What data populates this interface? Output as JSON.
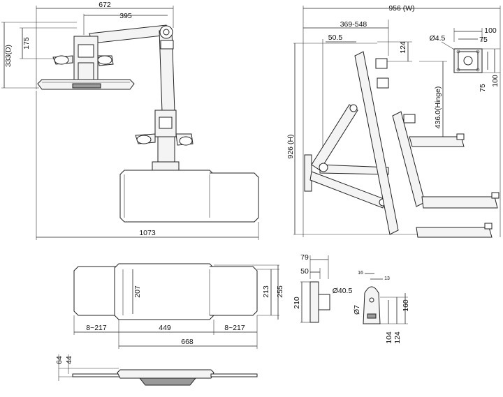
{
  "dimensions": {
    "top_width": "672",
    "arm_reach": "395",
    "upper_offset": "175",
    "depth": "333(D)",
    "total_width": "1073",
    "side_width": "956 (W)",
    "side_reach": "369-548",
    "side_offset": "50.5",
    "side_drop": "124",
    "height": "926 (H)",
    "hinge": "436.0(Hinge)",
    "vesa_hole": "Ø4.5",
    "vesa_outer_w": "100",
    "vesa_inner_w": "75",
    "vesa_inner_h": "75",
    "vesa_outer_h": "100",
    "tray_inner_h": "207",
    "tray_h1": "213",
    "tray_h2": "255",
    "tray_slide_left": "8~217",
    "tray_center": "449",
    "tray_slide_right": "8~217",
    "tray_total": "668",
    "thick_1": "64",
    "thick_2": "44",
    "clamp_w1": "79",
    "clamp_w2": "50",
    "clamp_h": "210",
    "clamp_pole": "Ø40.5",
    "bracket_16": "16",
    "bracket_13": "13",
    "bracket_hole": "Ø7",
    "bracket_104": "104",
    "bracket_124": "124",
    "bracket_160": "160"
  }
}
